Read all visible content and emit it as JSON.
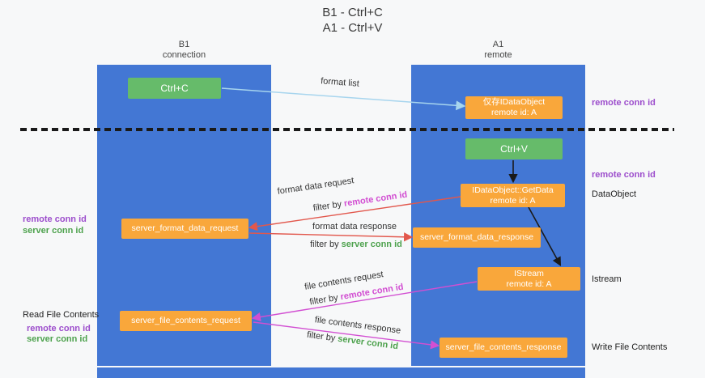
{
  "title": {
    "line1": "B1 - Ctrl+C",
    "line2": "A1 - Ctrl+V"
  },
  "lifelines": {
    "left": {
      "name": "B1",
      "role": "connection"
    },
    "right": {
      "name": "A1",
      "role": "remote"
    }
  },
  "nodes": {
    "ctrl_c": "Ctrl+C",
    "ctrl_v": "Ctrl+V",
    "idataobject_line1": "仅存IDataObject",
    "idataobject_line2": "remote id: A",
    "getdata_line1": "IDataObject::GetData",
    "getdata_line2": "remote id: A",
    "istream_line1": "IStream",
    "istream_line2": "remote id: A",
    "format_request": "server_format_data_request",
    "format_response": "server_format_data_response",
    "file_request": "server_file_contents_request",
    "file_response": "server_file_contents_response"
  },
  "labels": {
    "format_list": "format list",
    "format_data_request": "format data request",
    "format_data_response": "format data response",
    "file_contents_request": "file contents request",
    "file_contents_response": "file contents response",
    "filter_by": "filter by",
    "remote_conn_id": "remote conn id",
    "server_conn_id": "server conn id",
    "dataobject": "DataObject",
    "istream": "Istream",
    "read_file_contents": "Read File Contents",
    "write_file_contents": "Write File Contents"
  },
  "colors": {
    "lifeline_blue": "#4377d4",
    "node_green": "#66bb6a",
    "node_orange": "#f9a73b",
    "arrow_red": "#e2574c",
    "arrow_magenta": "#d24fd2",
    "arrow_lightblue": "#a7d5ee",
    "arrow_black": "#1a1a1a",
    "remote_conn_purple": "#9c4dcc",
    "server_conn_green": "#4ea24e"
  }
}
